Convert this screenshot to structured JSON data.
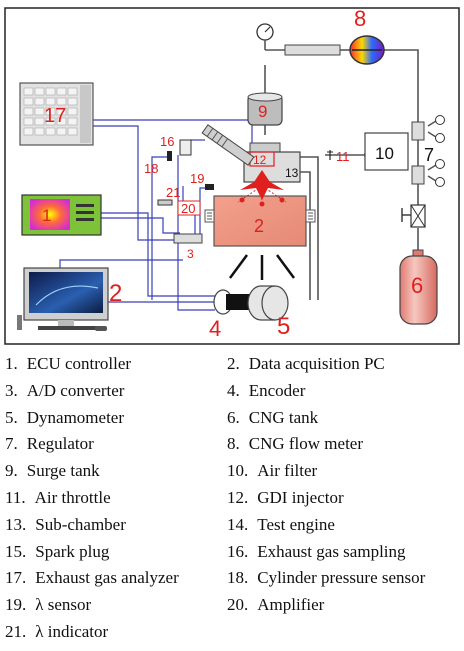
{
  "diagram": {
    "component_numbers": {
      "n1": "1",
      "n2_screen": "2",
      "n2_tank": "2",
      "n3": "3",
      "n4": "4",
      "n5": "5",
      "n6": "6",
      "n7": "7",
      "n8": "8",
      "n9": "9",
      "n10": "10",
      "n11": "11",
      "n12": "12",
      "n13": "13",
      "n16": "16",
      "n17": "17",
      "n18": "18",
      "n19": "19",
      "n20": "20",
      "n21": "21"
    }
  },
  "legend": [
    [
      "1.",
      "ECU controller"
    ],
    [
      "2.",
      "Data acquisition PC"
    ],
    [
      "3.",
      "A/D converter"
    ],
    [
      "4.",
      "Encoder"
    ],
    [
      "5.",
      "Dynamometer"
    ],
    [
      "6.",
      "CNG tank"
    ],
    [
      "7.",
      "Regulator"
    ],
    [
      "8.",
      "CNG flow meter"
    ],
    [
      "9.",
      "Surge tank"
    ],
    [
      "10.",
      "Air filter"
    ],
    [
      "11.",
      "Air throttle"
    ],
    [
      "12.",
      "GDI injector"
    ],
    [
      "13.",
      "Sub-chamber"
    ],
    [
      "14.",
      "Test engine"
    ],
    [
      "15.",
      "Spark plug"
    ],
    [
      "16.",
      "Exhaust gas sampling"
    ],
    [
      "17.",
      "Exhaust gas analyzer"
    ],
    [
      "18.",
      "Cylinder pressure sensor"
    ],
    [
      "19.",
      "λ sensor"
    ],
    [
      "20.",
      "Amplifier"
    ],
    [
      "21.",
      "λ indicator"
    ]
  ]
}
